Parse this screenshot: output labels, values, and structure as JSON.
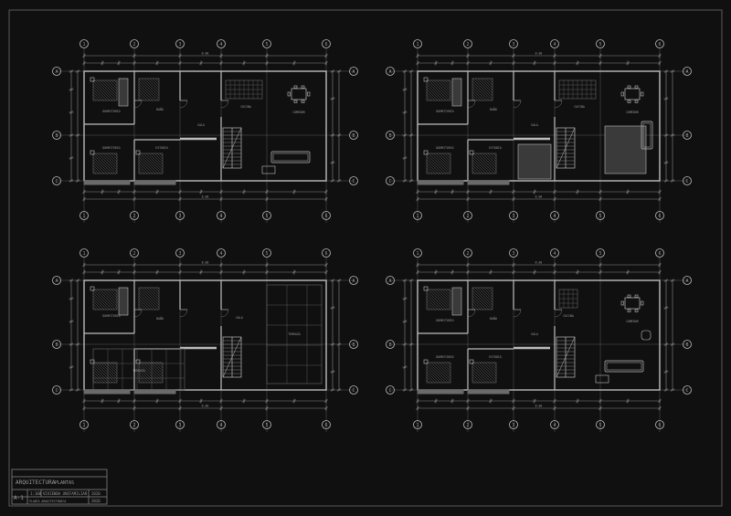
{
  "colors": {
    "background": "#101010",
    "frame": "#5a5a5a",
    "wall": "#bdbdbd",
    "dim": "#8a8a8a",
    "text": "#9a9a9a",
    "hatch": "#6a6a6a",
    "dark_fill": "#3a3a3a"
  },
  "sheet": {
    "title_block": {
      "line1": "ARQUITECTURA",
      "line2": "PLANTAS",
      "sheet_number": "A-1",
      "scale": "1:100",
      "project": "VIVIENDA UNIFAMILIAR",
      "date": "2020",
      "notes": "PLANTA ARQUITECTONICA"
    }
  },
  "plans": [
    {
      "name": "plan-top-left",
      "axes_letters": [
        "A",
        "B",
        "C"
      ],
      "axes_numbers": [
        "1",
        "2",
        "3",
        "4",
        "5",
        "6"
      ],
      "rooms": [
        "DORMITORIO",
        "BAÑO",
        "COCINA",
        "SALA",
        "COMEDOR",
        "DORMITORIO",
        "ESTUDIO"
      ],
      "total_dim": "8.00"
    },
    {
      "name": "plan-top-right",
      "axes_letters": [
        "A",
        "B",
        "C"
      ],
      "axes_numbers": [
        "1",
        "2",
        "3",
        "4",
        "5",
        "6"
      ],
      "rooms": [
        "DORMITORIO",
        "BAÑO",
        "COCINA",
        "SALA",
        "COMEDOR",
        "DORMITORIO",
        "ESTUDIO"
      ],
      "total_dim": "8.00"
    },
    {
      "name": "plan-bottom-left",
      "axes_letters": [
        "A",
        "B",
        "C"
      ],
      "axes_numbers": [
        "1",
        "2",
        "3",
        "4",
        "5",
        "6"
      ],
      "rooms": [
        "DORMITORIO",
        "BAÑO",
        "TERRAZA",
        "SALA",
        "TERRAZA"
      ],
      "total_dim": "8.00"
    },
    {
      "name": "plan-bottom-right",
      "axes_letters": [
        "A",
        "B",
        "C"
      ],
      "axes_numbers": [
        "1",
        "2",
        "3",
        "4",
        "5",
        "6"
      ],
      "rooms": [
        "DORMITORIO",
        "BAÑO",
        "COCINA",
        "SALA",
        "COMEDOR",
        "DORMITORIO",
        "ESTUDIO"
      ],
      "total_dim": "8.00"
    }
  ]
}
